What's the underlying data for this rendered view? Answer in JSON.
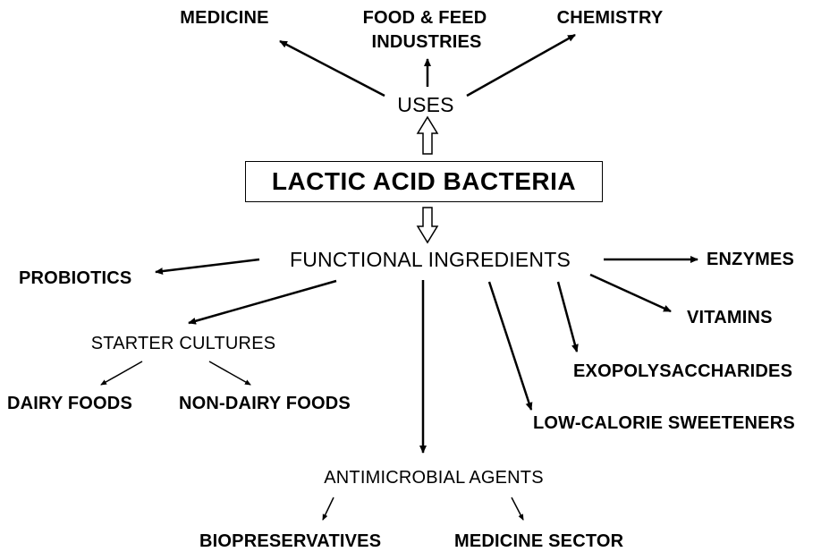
{
  "root": "LACTIC ACID BACTERIA",
  "uses": {
    "label": "USES",
    "medicine": "MEDICINE",
    "food_feed_line1": "FOOD & FEED",
    "food_feed_line2": "INDUSTRIES",
    "chemistry": "CHEMISTRY"
  },
  "functional": {
    "label": "FUNCTIONAL  INGREDIENTS",
    "probiotics": "PROBIOTICS",
    "enzymes": "ENZYMES",
    "vitamins": "VITAMINS",
    "exopolysaccharides": "EXOPOLYSACCHARIDES",
    "low_calorie_sweeteners": "LOW-CALORIE SWEETENERS",
    "starter_cultures": "STARTER CULTURES",
    "dairy_foods": "DAIRY FOODS",
    "non_dairy_foods": "NON-DAIRY FOODS",
    "antimicrobial_agents": "ANTIMICROBIAL AGENTS",
    "biopreservatives": "BIOPRESERVATIVES",
    "medicine_sector": "MEDICINE SECTOR"
  }
}
